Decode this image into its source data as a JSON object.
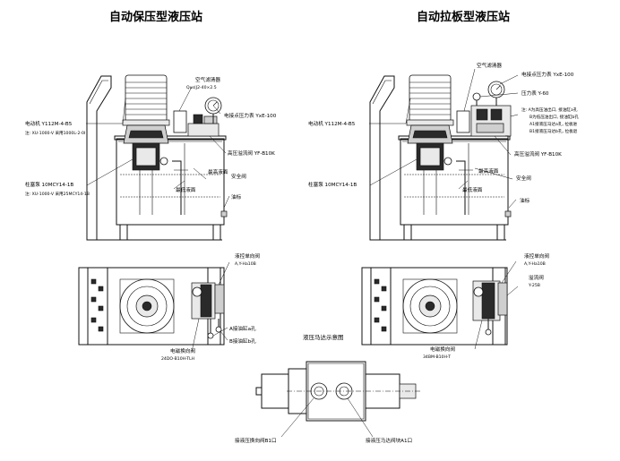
{
  "left": {
    "title": "自动保压型液压站",
    "labels": {
      "air_filter": "空气滤清器",
      "air_filter_model": "Qus(J2-40×2.5",
      "gauge": "电接点压力表 YxE-100",
      "motor": "电动机 Y112M-4-B5",
      "motor_note": "注: XU-1000-V 采用1000L-2-0I",
      "relief": "高压溢流阀 YF-B10K",
      "max_level": "最高液面",
      "safety_valve": "安全阀",
      "pump": "柱塞泵 10MCY14-1B",
      "pump_note": "注: XU-1000-V 采用25MCY14-1B",
      "min_level": "最低液面",
      "oil_gauge": "油标",
      "check_valve": "液控单向阀",
      "check_valve_model": "A,Y-Ha10B",
      "port_a": "A接油缸a孔",
      "port_b": "B接油缸b孔",
      "solenoid": "电磁换向阀",
      "solenoid_model": "24DO-B10H-TLH"
    }
  },
  "right": {
    "title": "自动拉板型液压站",
    "labels": {
      "air_filter": "空气滤清器",
      "gauge": "电接点压力表 YxE-100",
      "pressure_gauge": "压力表 Y-60",
      "notes": [
        "注: A为高压油出口, 接油缸a孔",
        "B为低压油出口, 接油缸b孔",
        "A1接液压马达a孔, 拉板进",
        "B1接液压马达b孔, 拉板退"
      ],
      "motor": "电动机 Y112M-4-B5",
      "relief": "高压溢流阀 YF-B10K",
      "max_level": "最高液面",
      "safety_valve": "安全阀",
      "pump": "柱塞泵 10MCY14-1B",
      "min_level": "最低液面",
      "oil_gauge": "油标",
      "check_valve": "液控单向阀",
      "check_valve_model": "A,Y-Ha10B",
      "throttle": "溢流阀",
      "throttle_model": "Y-25B",
      "solenoid": "电磁换向阀",
      "solenoid_model": "34BM-B10H-T"
    }
  },
  "motor_diagram": {
    "title": "液压马达示意图",
    "label_b": "接液压换向阀B1口",
    "label_a": "接液压马达阀块A1口"
  }
}
